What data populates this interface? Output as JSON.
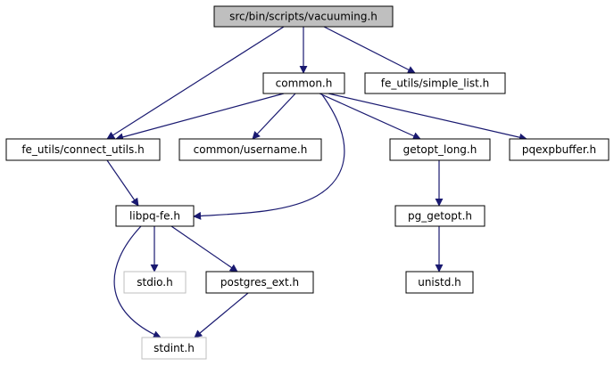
{
  "colors": {
    "root_fill": "#bfbfbf",
    "node_fill": "#ffffff",
    "node_stroke": "#000000",
    "system_stroke": "#bfbfbf",
    "system_text": "#6e6e6e",
    "edge": "#191970"
  },
  "nodes": {
    "vacuuming": {
      "label": "src/bin/scripts/vacuuming.h"
    },
    "common": {
      "label": "common.h"
    },
    "simple_list": {
      "label": "fe_utils/simple_list.h"
    },
    "connect_utils": {
      "label": "fe_utils/connect_utils.h"
    },
    "username": {
      "label": "common/username.h"
    },
    "getopt_long": {
      "label": "getopt_long.h"
    },
    "pqexpbuffer": {
      "label": "pqexpbuffer.h"
    },
    "libpq_fe": {
      "label": "libpq-fe.h"
    },
    "pg_getopt": {
      "label": "pg_getopt.h"
    },
    "stdio": {
      "label": "stdio.h"
    },
    "postgres_ext": {
      "label": "postgres_ext.h"
    },
    "unistd": {
      "label": "unistd.h"
    },
    "stdint": {
      "label": "stdint.h"
    }
  },
  "edges": [
    [
      "vacuuming",
      "common"
    ],
    [
      "vacuuming",
      "simple_list"
    ],
    [
      "vacuuming",
      "connect_utils"
    ],
    [
      "common",
      "connect_utils"
    ],
    [
      "common",
      "username"
    ],
    [
      "common",
      "getopt_long"
    ],
    [
      "common",
      "pqexpbuffer"
    ],
    [
      "common",
      "libpq_fe"
    ],
    [
      "connect_utils",
      "libpq_fe"
    ],
    [
      "getopt_long",
      "pg_getopt"
    ],
    [
      "pg_getopt",
      "unistd"
    ],
    [
      "libpq_fe",
      "stdio"
    ],
    [
      "libpq_fe",
      "postgres_ext"
    ],
    [
      "libpq_fe",
      "stdint"
    ],
    [
      "postgres_ext",
      "stdint"
    ]
  ]
}
